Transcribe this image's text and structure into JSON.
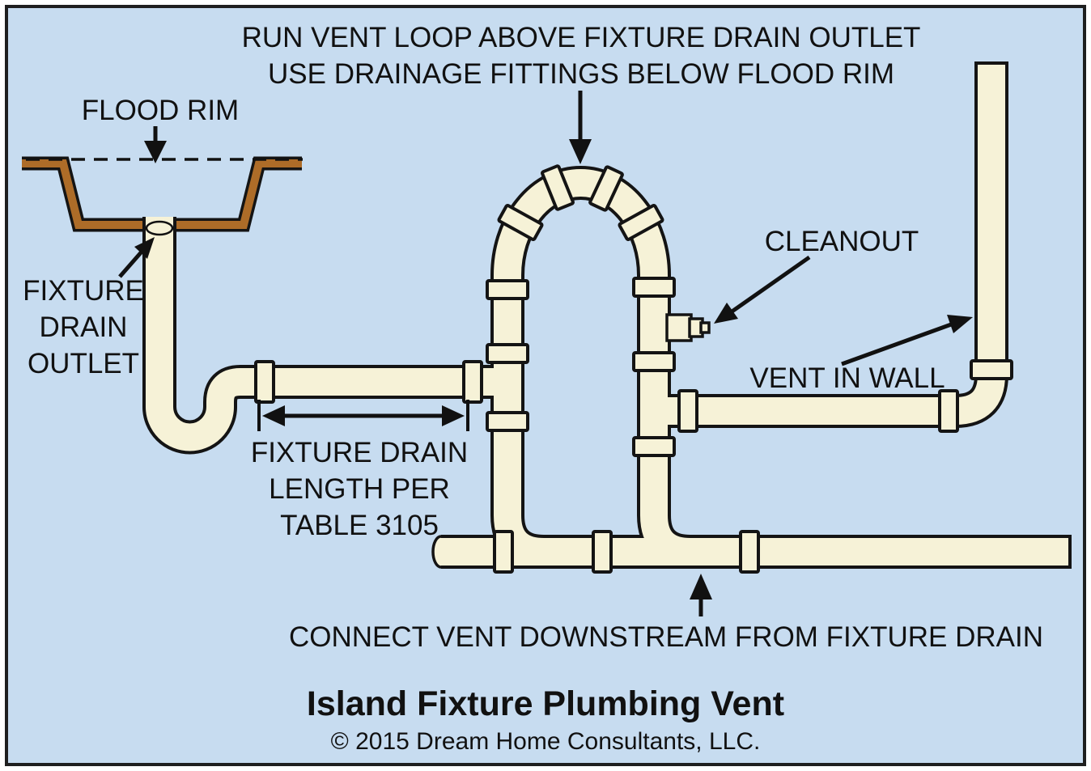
{
  "diagram": {
    "title": "Island Fixture Plumbing Vent",
    "copyright": "© 2015 Dream Home Consultants, LLC.",
    "labels": {
      "top_note_line1": "RUN VENT LOOP ABOVE FIXTURE DRAIN OUTLET",
      "top_note_line2": "USE DRAINAGE FITTINGS BELOW FLOOD RIM",
      "flood_rim": "FLOOD RIM",
      "fixture_drain_outlet_line1": "FIXTURE",
      "fixture_drain_outlet_line2": "DRAIN",
      "fixture_drain_outlet_line3": "OUTLET",
      "fixture_drain_length_line1": "FIXTURE DRAIN",
      "fixture_drain_length_line2": "LENGTH PER",
      "fixture_drain_length_line3": "TABLE 3105",
      "cleanout": "CLEANOUT",
      "vent_in_wall": "VENT IN WALL",
      "connect_note": "CONNECT VENT DOWNSTREAM FROM FIXTURE DRAIN"
    },
    "colors": {
      "background": "#c7dcf0",
      "pipe_fill": "#f6f2d7",
      "pipe_outline": "#141414",
      "sink_fill": "#ad6c28",
      "text": "#111111"
    }
  }
}
